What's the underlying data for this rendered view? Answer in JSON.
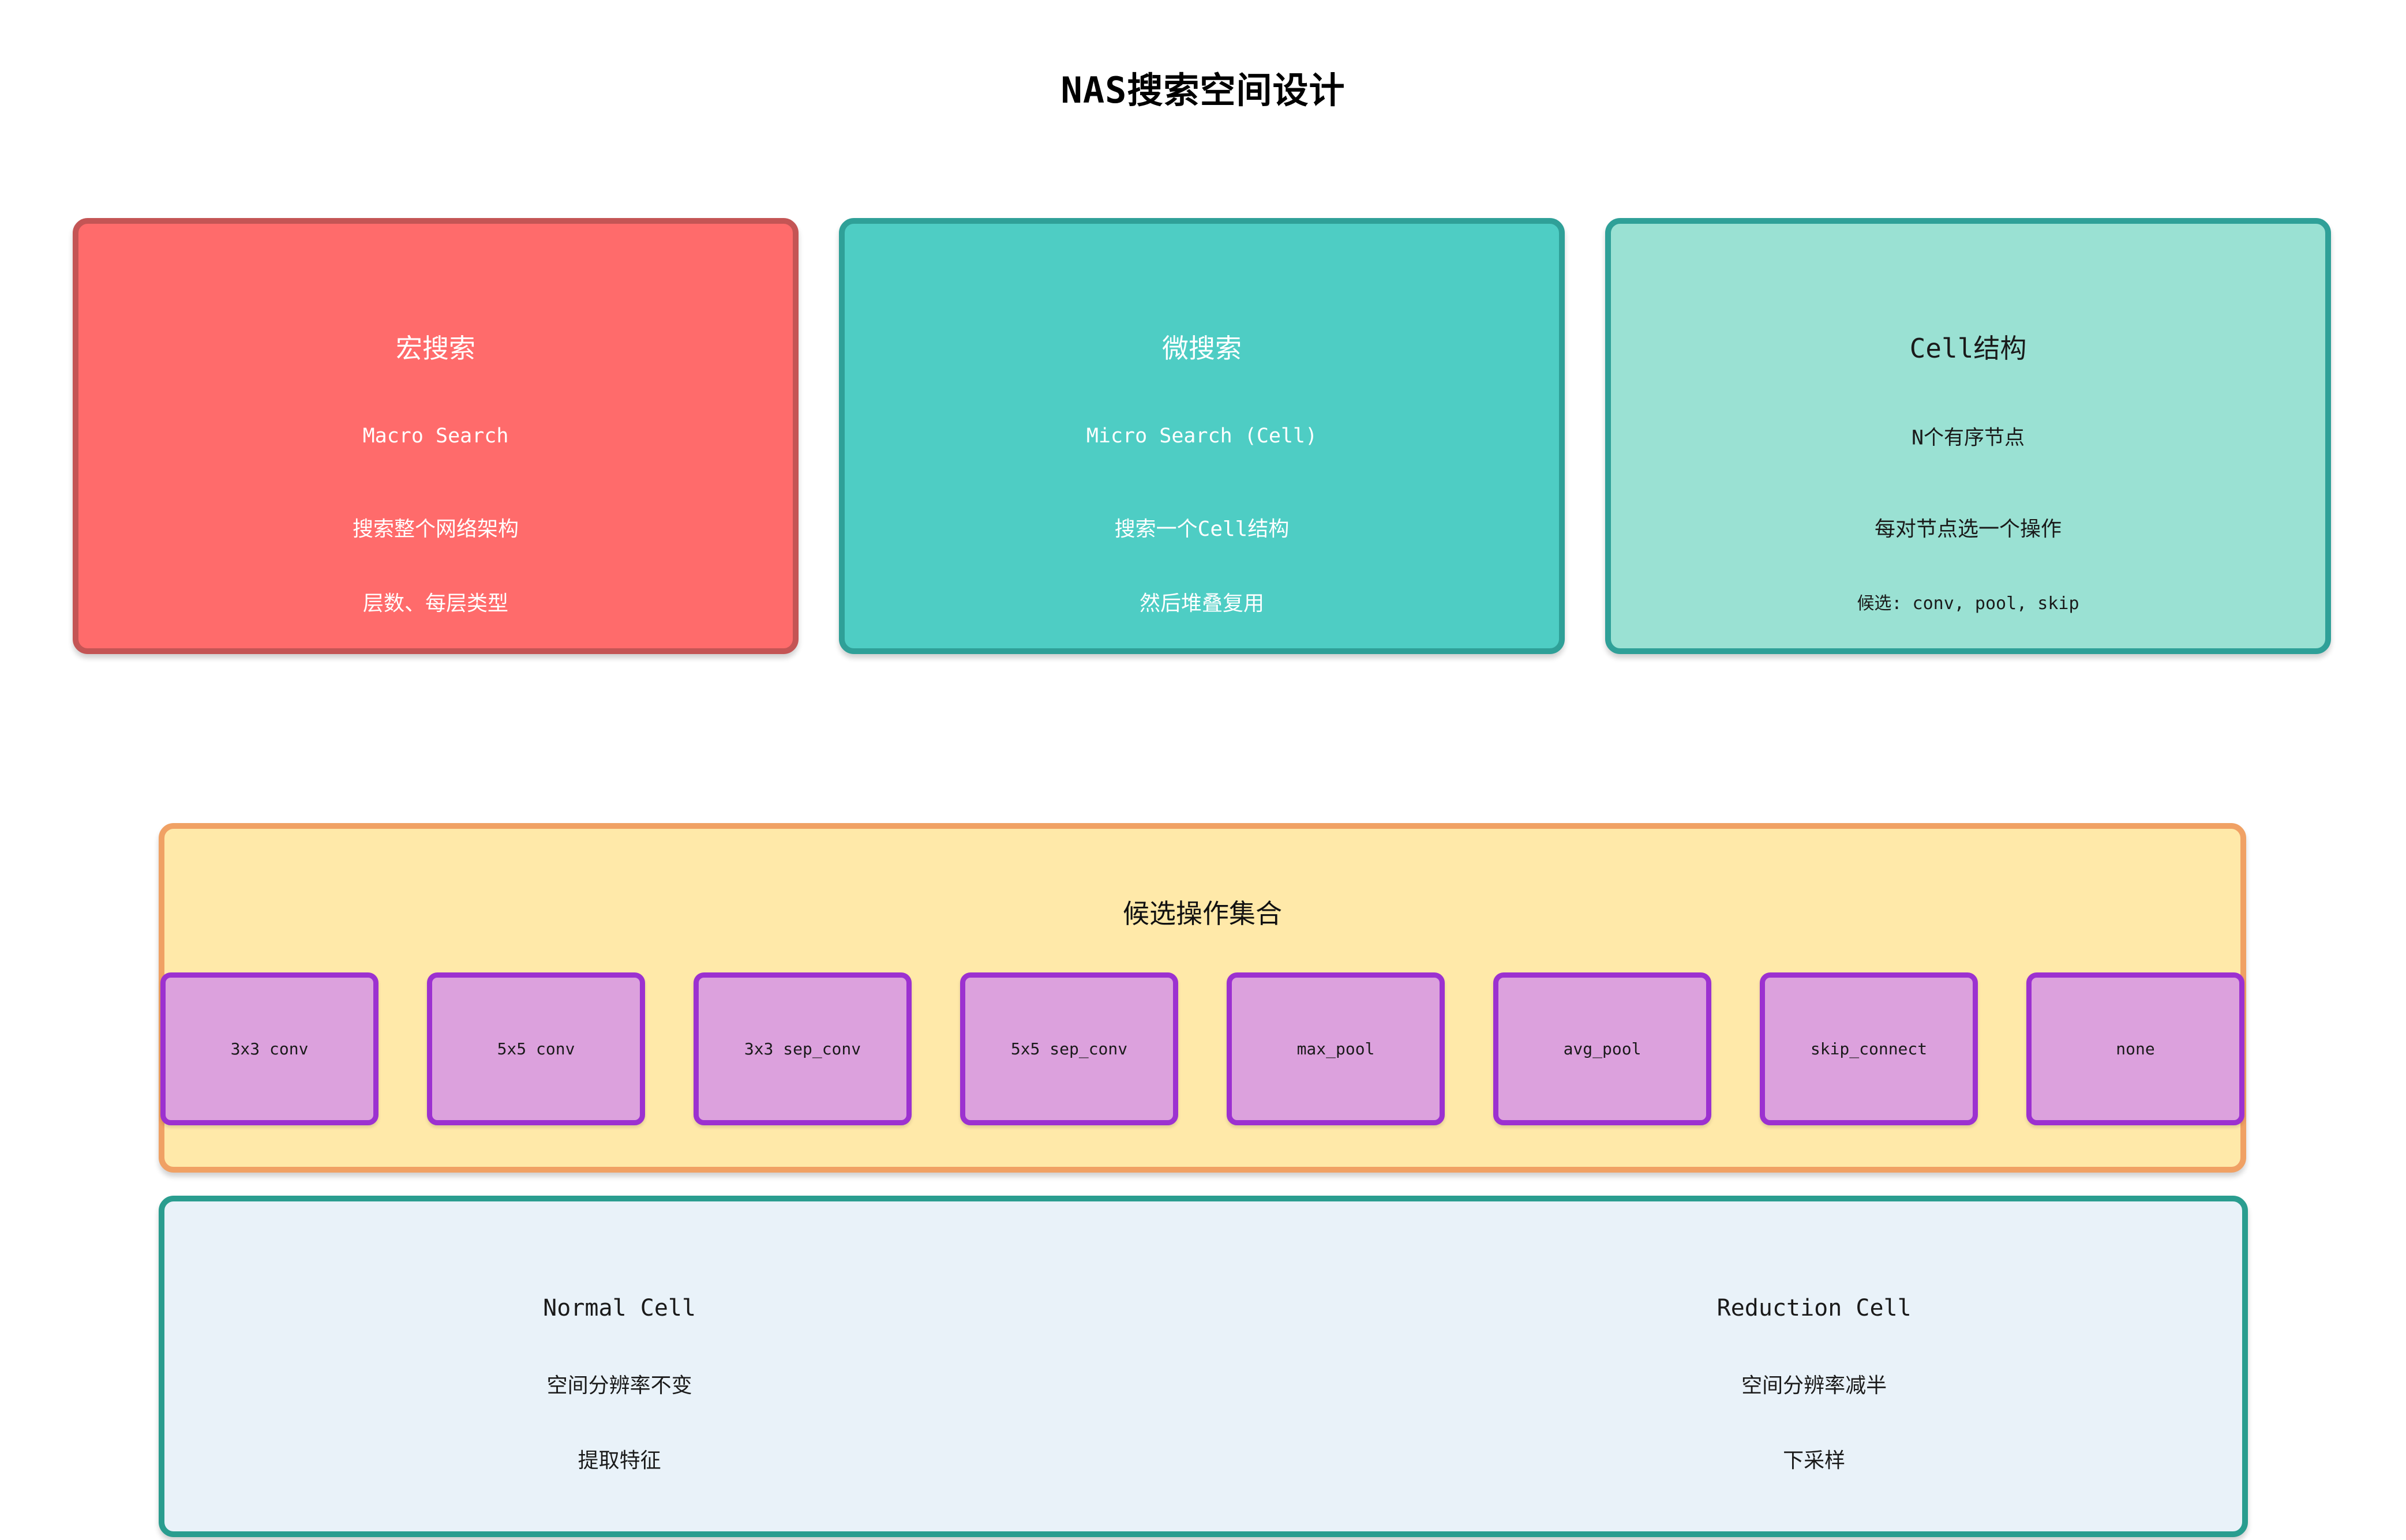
{
  "page": {
    "title": "NAS搜索空间设计",
    "background": "#FFFFFF"
  },
  "top_boxes": [
    {
      "title": "宏搜索",
      "subtitle": "Macro Search",
      "line1": "搜索整个网络架构",
      "line2": "层数、每层类型",
      "fill": "#FF6B6B",
      "border": "#C45555",
      "text_color": "#FFFFFF"
    },
    {
      "title": "微搜索",
      "subtitle": "Micro Search (Cell)",
      "line1": "搜索一个Cell结构",
      "line2": "然后堆叠复用",
      "fill": "#4ECDC4",
      "border": "#2FA098",
      "text_color": "#FFFFFF"
    },
    {
      "title": "Cell结构",
      "subtitle": "N个有序节点",
      "line1": "每对节点选一个操作",
      "line2": "候选: conv, pool, skip",
      "fill": "#9AE1D3",
      "border": "#2FA098",
      "text_color": "#1A1A1A"
    }
  ],
  "ops_panel": {
    "title": "候选操作集合",
    "fill": "#FFE9A9",
    "border": "#F0A164",
    "op_fill": "#DCA1DD",
    "op_border": "#9C31D0",
    "op_text_color": "#1A1A1A",
    "ops": [
      "3x3 conv",
      "5x5 conv",
      "3x3 sep_conv",
      "5x5 sep_conv",
      "max_pool",
      "avg_pool",
      "skip_connect",
      "none"
    ]
  },
  "cells_panel": {
    "fill": "#E9F2F9",
    "border": "#2A9D8F",
    "text_color": "#1A1A1A",
    "columns": [
      {
        "title": "Normal Cell",
        "line1": "空间分辨率不变",
        "line2": "提取特征"
      },
      {
        "title": "Reduction Cell",
        "line1": "空间分辨率减半",
        "line2": "下采样"
      }
    ]
  }
}
